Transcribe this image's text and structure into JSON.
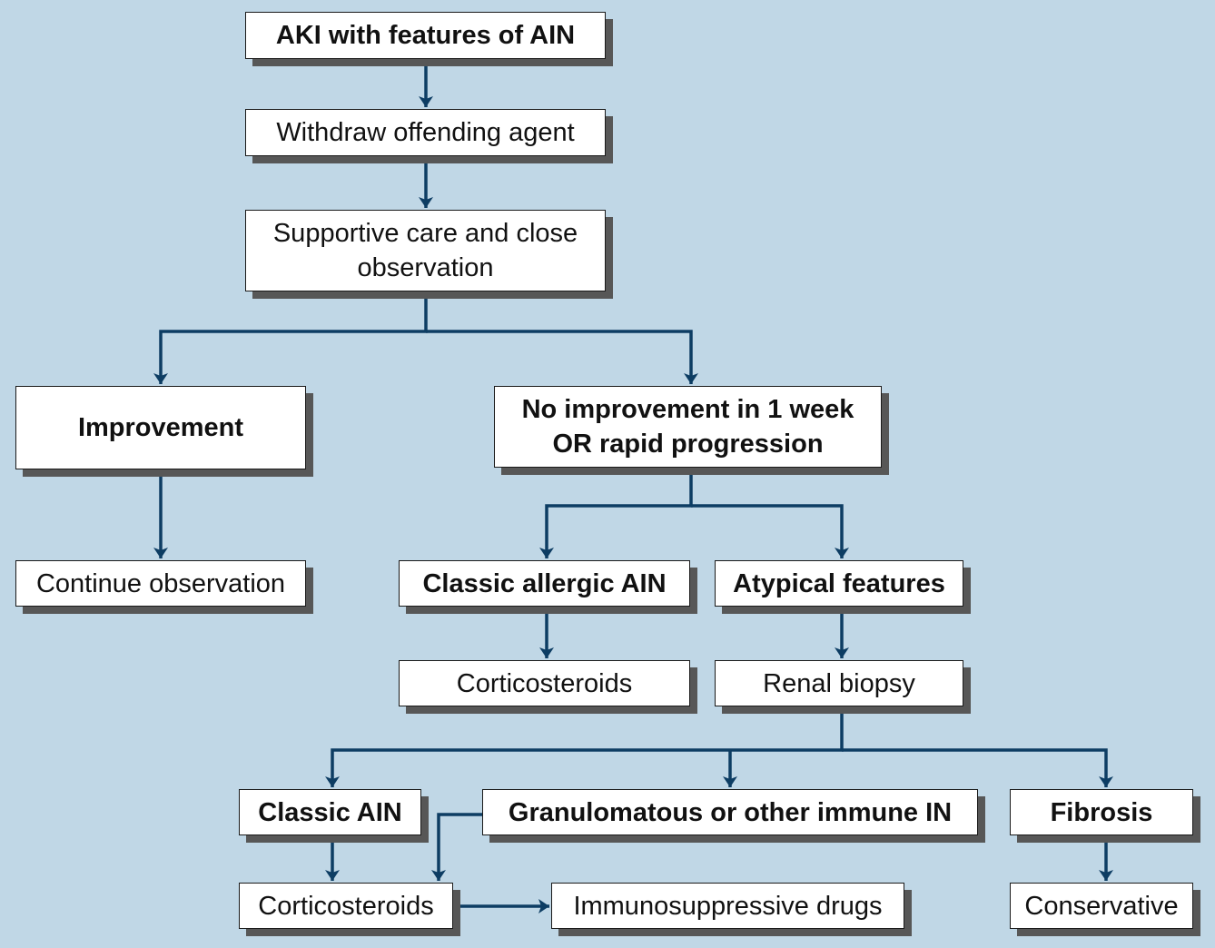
{
  "diagram": {
    "title": "Management of AKI with features of AIN",
    "colors": {
      "background": "#c0d7e6",
      "connector": "#0d3d63",
      "box_fill": "#ffffff",
      "shadow": "#575757"
    },
    "nodes": {
      "aki": "AKI with features of AIN",
      "withdraw": "Withdraw offending agent",
      "supportive_line1": "Supportive care and close",
      "supportive_line2": "observation",
      "improvement": "Improvement",
      "no_improvement_line1": "No improvement in 1 week",
      "no_improvement_line2": "OR rapid progression",
      "continue": "Continue observation",
      "classic_allergic": "Classic allergic AIN",
      "atypical": "Atypical features",
      "corticosteroids_1": "Corticosteroids",
      "renal_biopsy": "Renal biopsy",
      "classic_ain": "Classic AIN",
      "granulomatous": "Granulomatous or other immune IN",
      "fibrosis": "Fibrosis",
      "corticosteroids_2": "Corticosteroids",
      "immunosuppressive": "Immunosuppressive drugs",
      "conservative": "Conservative"
    },
    "edges": [
      [
        "aki",
        "withdraw"
      ],
      [
        "withdraw",
        "supportive"
      ],
      [
        "supportive",
        "improvement"
      ],
      [
        "supportive",
        "no_improvement"
      ],
      [
        "improvement",
        "continue"
      ],
      [
        "no_improvement",
        "classic_allergic"
      ],
      [
        "no_improvement",
        "atypical"
      ],
      [
        "classic_allergic",
        "corticosteroids_1"
      ],
      [
        "atypical",
        "renal_biopsy"
      ],
      [
        "renal_biopsy",
        "classic_ain"
      ],
      [
        "renal_biopsy",
        "granulomatous"
      ],
      [
        "renal_biopsy",
        "fibrosis"
      ],
      [
        "classic_ain",
        "corticosteroids_2"
      ],
      [
        "granulomatous",
        "corticosteroids_2"
      ],
      [
        "corticosteroids_2",
        "immunosuppressive"
      ],
      [
        "fibrosis",
        "conservative"
      ]
    ]
  }
}
